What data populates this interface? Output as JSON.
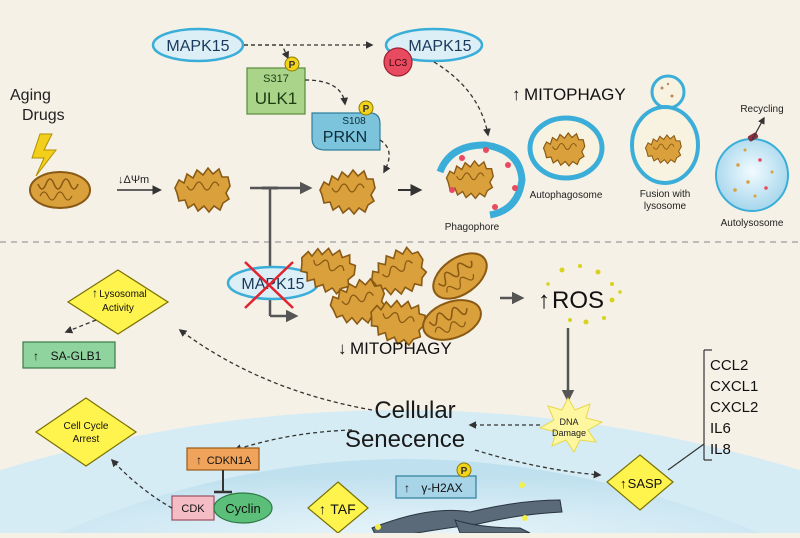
{
  "colors": {
    "background": "#f5f1e6",
    "mitochondria": "#d9a03c",
    "mitochondria_dark": "#8a5a14",
    "mapk15_fill": "#dceef6",
    "mapk15_stroke": "#3aaed8",
    "lc3": "#e84a5f",
    "ulk1": "#a9d48a",
    "prkn": "#7cc3dc",
    "phospho": "#f3d21a",
    "nucleus": "#cfe8f3",
    "cyclin": "#5bbf7a",
    "cdk": "#f4bcc4",
    "cdkn1a": "#f0a35a",
    "sa_glb1": "#8fd39f",
    "yellow_diamond": "#fff34d",
    "red_cross": "#e0232f",
    "ros_dots": "#d6d21e"
  },
  "labels": {
    "mapk15_top": "MAPK15",
    "mapk15_lc3": "MAPK15",
    "lc3": "LC3",
    "p": "P",
    "s317": "S317",
    "ulk1": "ULK1",
    "s108": "S108",
    "prkn": "PRKN",
    "aging_line1": "Aging",
    "aging_line2": "Drugs",
    "delta_psi": "↓ΔΨm",
    "mitophagy_up": "MITOPHAGY",
    "autophagosome": "Autophagosome",
    "fusion_line1": "Fusion with",
    "fusion_line2": "lysosome",
    "recycling": "Recycling",
    "autolysosome": "Autolysosome",
    "phagophore": "Phagophore",
    "mapk15_crossed": "MAPK15",
    "ros": "ROS",
    "mitophagy_down": "MITOPHAGY",
    "lysosomal_line1": "Lysosomal",
    "lysosomal_line2": "Activity",
    "sa_glb1": "SA-GLB1",
    "cell_cycle_line1": "Cell Cycle",
    "cell_cycle_line2": "Arrest",
    "cdkn1a": "CDKN1A",
    "cdk": "CDK",
    "cyclin": "Cyclin",
    "cellular": "Cellular",
    "senecence": "Senecence",
    "dna_line1": "DNA",
    "dna_line2": "Damage",
    "sasp": "SASP",
    "taf": "TAF",
    "h2ax": "γ-H2AX",
    "up_arrow": "↑",
    "down_arrow": "↓"
  },
  "sasp_factors": [
    "CCL2",
    "CXCL1",
    "CXCL2",
    "IL6",
    "IL8"
  ]
}
